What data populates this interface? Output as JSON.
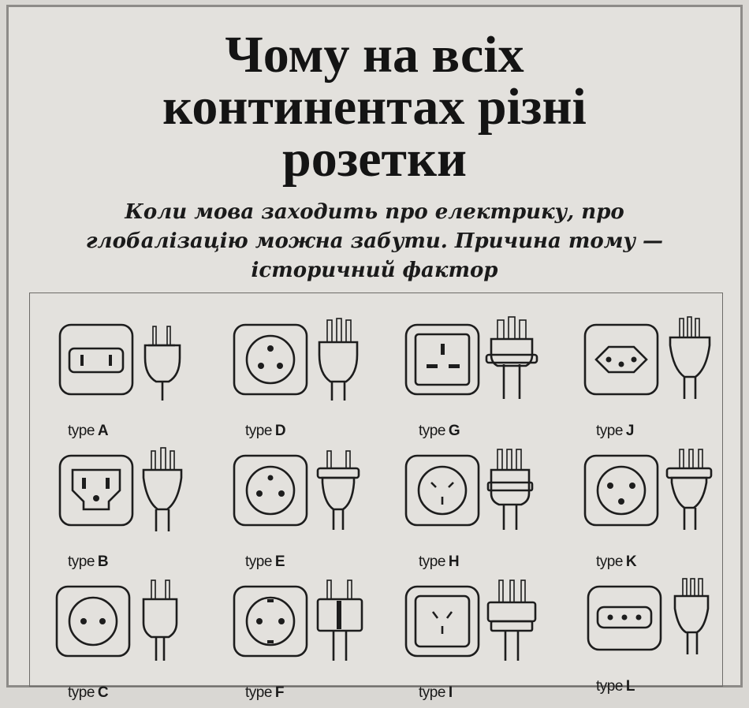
{
  "article": {
    "headline_lines": [
      "Чому на всіх",
      "континентах різні",
      "розетки"
    ],
    "subhead_lines": [
      "Коли мова заходить про електрику, про",
      "глобалізацію можна забути. Причина тому —",
      "історичний фактор"
    ]
  },
  "plug_types": [
    {
      "prefix": "type",
      "letter": "A"
    },
    {
      "prefix": "type",
      "letter": "D"
    },
    {
      "prefix": "type",
      "letter": "G"
    },
    {
      "prefix": "type",
      "letter": "J"
    },
    {
      "prefix": "type",
      "letter": "B"
    },
    {
      "prefix": "type",
      "letter": "E"
    },
    {
      "prefix": "type",
      "letter": "H"
    },
    {
      "prefix": "type",
      "letter": "K"
    },
    {
      "prefix": "type",
      "letter": "C"
    },
    {
      "prefix": "type",
      "letter": "F"
    },
    {
      "prefix": "type",
      "letter": "I"
    },
    {
      "prefix": "type",
      "letter": "L"
    }
  ]
}
